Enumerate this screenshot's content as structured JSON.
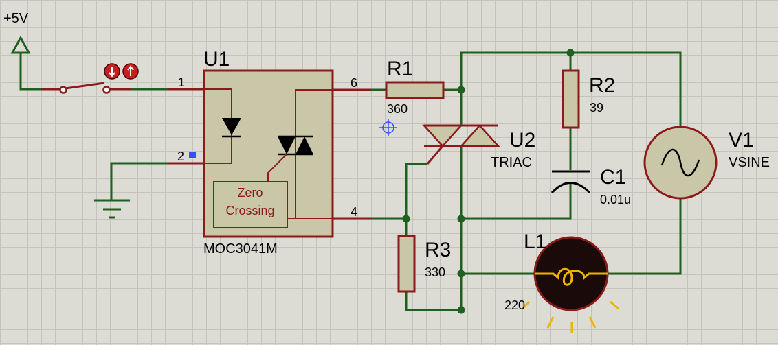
{
  "supply": {
    "label": "+5V"
  },
  "u1": {
    "ref": "U1",
    "part": "MOC3041M",
    "block_line1": "Zero",
    "block_line2": "Crossing",
    "pin1": "1",
    "pin2": "2",
    "pin4": "4",
    "pin6": "6"
  },
  "r1": {
    "ref": "R1",
    "value": "360"
  },
  "r2": {
    "ref": "R2",
    "value": "39"
  },
  "r3": {
    "ref": "R3",
    "value": "330"
  },
  "c1": {
    "ref": "C1",
    "value": "0.01u"
  },
  "u2": {
    "ref": "U2",
    "value": "TRIAC"
  },
  "v1": {
    "ref": "V1",
    "value": "VSINE"
  },
  "l1": {
    "ref": "L1",
    "value": "220"
  },
  "colors": {
    "wire": "#1f5f1f",
    "component_outline": "#8b1a1a",
    "component_fill": "#c9c7a7",
    "lamp_glow": "#f0b400",
    "grid": "#c3c3bb"
  }
}
